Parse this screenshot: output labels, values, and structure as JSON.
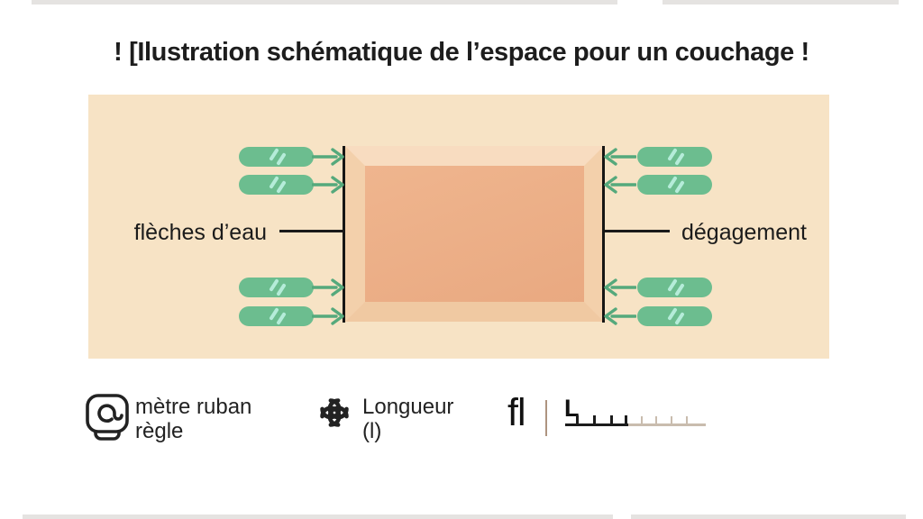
{
  "title": "! [Ilustration schématique de l’espace pour un couchage !",
  "diagram": {
    "left_label": "flèches d’eau",
    "right_label": "dégagement"
  },
  "legend": {
    "tape": {
      "line1": "mètre ruban",
      "line2": "règle"
    },
    "length": {
      "line1": "Longueur",
      "line2": "(l)"
    },
    "ruler": {
      "fl": "fl",
      "letter": "L"
    }
  },
  "icons": [
    "tape-measure-icon",
    "length-coil-icon",
    "fl-ruler-mark",
    "ruler-scale-icon",
    "arrow-right-icon",
    "arrow-left-icon"
  ],
  "colors": {
    "panel_bg": "#f7e3c5",
    "bed_frame": "#f3d0ab",
    "bed_inner": "#ecae87",
    "pill_green": "#6cbd8f",
    "hash_cyan": "#b5ecd9",
    "arrow_green": "#55a97c",
    "line_black": "#1a1a1a",
    "ruler_faded": "#c9bcae"
  }
}
